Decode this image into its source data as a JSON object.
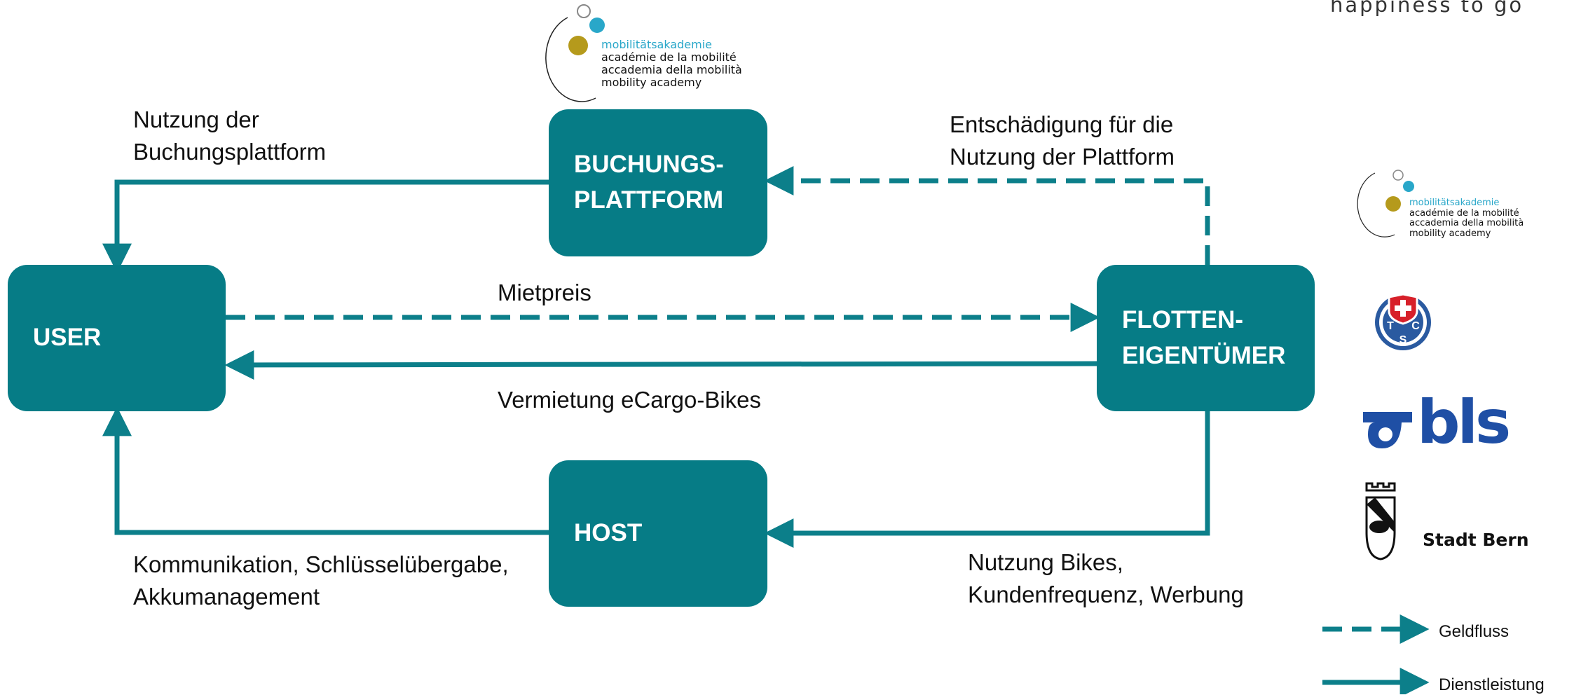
{
  "tagline": "happiness to go",
  "academy_logo": {
    "lines": [
      "mobilitätsakademie",
      "académie de la mobilité",
      "accademia della mobilità",
      "mobility academy"
    ],
    "colors": {
      "teal": "#29a7c9",
      "gold": "#b59a1c",
      "grey": "#9a9a9a"
    }
  },
  "nodes": {
    "buchungsplattform": "BUCHUNGS-\nPLATTFORM",
    "user": "USER",
    "flotten": "FLOTTEN-\nEIGENTÜMER",
    "host": "HOST"
  },
  "edge_labels": {
    "nutzung_buchungsplattform": "Nutzung der\nBuchungsplattform",
    "entschaedigung": "Entschädigung für die\nNutzung der Plattform",
    "mietpreis": "Mietpreis",
    "vermietung": "Vermietung eCargo-Bikes",
    "kommunikation": "Kommunikation, Schlüsselübergabe,\nAkkumanagement",
    "nutzung_bikes": "Nutzung Bikes,\nKundenfrequenz, Werbung"
  },
  "partners": {
    "tcs_letters": [
      "T",
      "C",
      "S"
    ],
    "bls": "bls",
    "bern": "Stadt Bern"
  },
  "legend": {
    "dashed": "Geldfluss",
    "solid": "Dienstleistung"
  },
  "colors": {
    "node_fill": "#067c86",
    "arrow": "#0c7f8a",
    "tcs_yellow": "#ffe800",
    "tcs_blue": "#2a5aa0",
    "tcs_red": "#d7202a",
    "bls_blue": "#1f4fa5"
  }
}
